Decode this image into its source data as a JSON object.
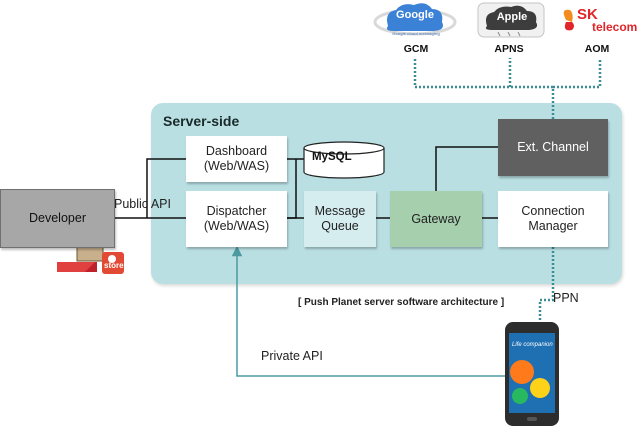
{
  "diagram": {
    "server_side_title": "Server-side",
    "caption": "[ Push Planet server software architecture ]",
    "boxes": {
      "dashboard": "Dashboard\n(Web/WAS)",
      "dispatcher": "Dispatcher\n(Web/WAS)",
      "message_queue": "Message\nQueue",
      "gateway": "Gateway",
      "connection_manager": "Connection\nManager",
      "ext_channel": "Ext. Channel",
      "developer": "Developer"
    },
    "database": "MySQL",
    "edge_labels": {
      "public_api": "Public API",
      "private_api": "Private API",
      "ppn": "PPN"
    },
    "services": {
      "gcm": "GCM",
      "apns": "APNS",
      "aom": "AOM"
    },
    "logos": {
      "google": "Google",
      "google_tagline": "Google cloud messaging",
      "apple": "Apple",
      "sk": "SK",
      "telecom": "telecom",
      "store": "store"
    },
    "phone_screen_text": "Life companion"
  },
  "colors": {
    "server_panel": "#b9dfe3",
    "gateway": "#a6cfae",
    "message_queue": "#d6edf0",
    "ext_channel": "#606060",
    "developer": "#a7a7a7",
    "dotted_connector": "#3c8e96",
    "arrow": "#4a9aa0",
    "sk_red": "#e0262b"
  },
  "icons": [
    "google-cloud-logo",
    "apple-cloud-logo",
    "sk-telecom-logo",
    "developer-computer-icon",
    "smartphone-icon",
    "database-cylinder-icon"
  ]
}
